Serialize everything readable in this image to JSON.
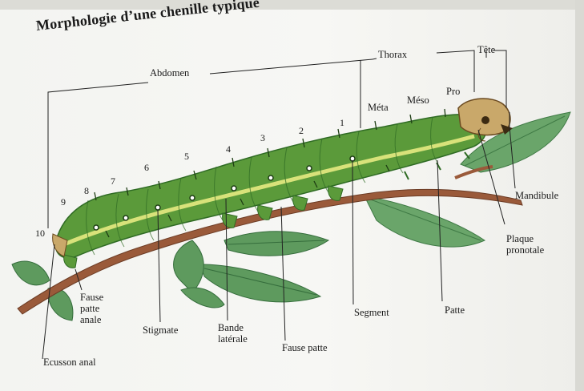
{
  "title": "Morphologie d’une chenille typique",
  "regions": {
    "abdomen": "Abdomen",
    "thorax": "Thorax",
    "head": "Tête"
  },
  "thoracic_segments": {
    "meta": "Méta",
    "meso": "Méso",
    "pro": "Pro"
  },
  "segment_numbers": [
    "1",
    "2",
    "3",
    "4",
    "5",
    "6",
    "7",
    "8",
    "9",
    "10"
  ],
  "labels": {
    "mandibule": "Mandibule",
    "plaque_line1": "Plaque",
    "plaque_line2": "pronotale",
    "patte": "Patte",
    "segment": "Segment",
    "fause_patte": "Fause patte",
    "bande_line1": "Bande",
    "bande_line2": "latérale",
    "stigmate": "Stigmate",
    "fause_patte_anale_line1": "Fause",
    "fause_patte_anale_line2": "patte",
    "fause_patte_anale_line3": "anale",
    "ecusson_anal": "Ecusson anal"
  },
  "colors": {
    "caterpillar_body": "#5b9a3a",
    "caterpillar_dark": "#2f6b24",
    "lateral_band": "#d8e27a",
    "head": "#c9a86a",
    "branch": "#9a5a3a",
    "leaf": "#5e9a5e"
  }
}
